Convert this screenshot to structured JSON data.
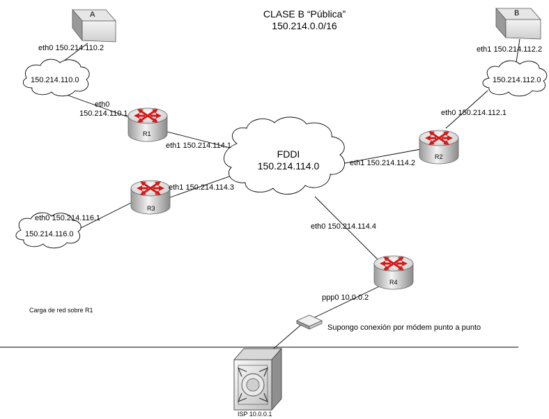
{
  "title": {
    "line1": "CLASE B “Pública”",
    "line2": "150.214.0.0/16"
  },
  "hosts": {
    "a": {
      "label": "A",
      "iface": "eth0 150.214.110.2"
    },
    "b": {
      "label": "B",
      "iface": "eth1 150.214.112.2"
    }
  },
  "networks": {
    "net110": "150.214.110.0",
    "net112": "150.214.112.0",
    "net116": "150.214.116.0",
    "fddi": {
      "name": "FDDI",
      "address": "150.214.114.0"
    }
  },
  "routers": {
    "r1": {
      "label": "R1",
      "eth0_name": "eth0",
      "eth0_addr": "150.214.110.1",
      "eth1": "eth1 150.214.114.1"
    },
    "r2": {
      "label": "R2",
      "eth0": "eth0 150.214.112.1",
      "eth1": "eth1 150.214.114.2"
    },
    "r3": {
      "label": "R3",
      "eth0": "eth0 150.214.116.1",
      "eth1": "eth1 150.214.114.3"
    },
    "r4": {
      "label": "R4",
      "eth0": "eth0 150.214.114.4",
      "ppp0": "ppp0 10.0.0.2"
    }
  },
  "modem": {
    "note": "Supongo conexión por módem punto a punto"
  },
  "isp": {
    "label": "ISP 10.0.0.1"
  },
  "notes": {
    "load": "Carga de red sobre R1"
  },
  "colors": {
    "router_arrow": "#d11a1a",
    "line": "#000000",
    "device_light": "#f2f2f2",
    "device_dark": "#8c8c8c"
  }
}
